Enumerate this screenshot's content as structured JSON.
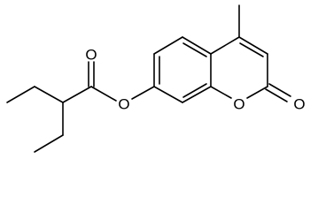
{
  "atoms": {
    "ester_oxygen": "O",
    "ring_oxygen": "O",
    "lactone_carbonyl_oxygen": "O",
    "ester_carbonyl_oxygen": "O"
  }
}
